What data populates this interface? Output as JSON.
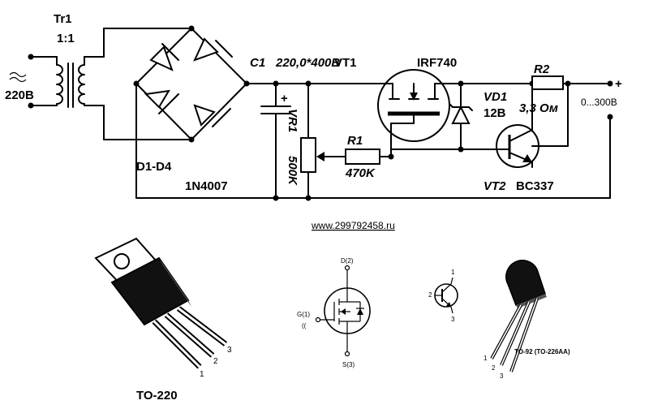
{
  "labels": {
    "transformer": "Tr1",
    "transformer_ratio": "1:1",
    "input_voltage": "220B",
    "bridge": "D1-D4",
    "bridge_diode": "1N4007",
    "capacitor": "C1",
    "capacitor_value": "220,0*400B",
    "mosfet": "VT1",
    "mosfet_part": "IRF740",
    "resistor_r2": "R2",
    "r2_value": "3,3 Ом",
    "output": "0...300B",
    "plus": "+",
    "zener": "VD1",
    "zener_value": "12B",
    "pot": "VR1",
    "pot_value": "500K",
    "resistor_r1": "R1",
    "r1_value": "470K",
    "transistor": "VT2",
    "transistor_part": "BC337",
    "website": "www.299792458.ru",
    "package_to220": "TO-220",
    "to220_pin1": "1",
    "to220_pin2": "2",
    "to220_pin3": "3",
    "mos_drain": "D(2)",
    "mos_gate": "G(1)",
    "mos_gate_sub": "((",
    "mos_source": "S(3)",
    "bjt_pin1": "1",
    "bjt_pin2": "2",
    "bjt_pin3": "3",
    "package_to92": "TO-92 (TO-226AA)",
    "to92_pin1": "1",
    "to92_pin2": "2",
    "to92_pin3": "3"
  }
}
